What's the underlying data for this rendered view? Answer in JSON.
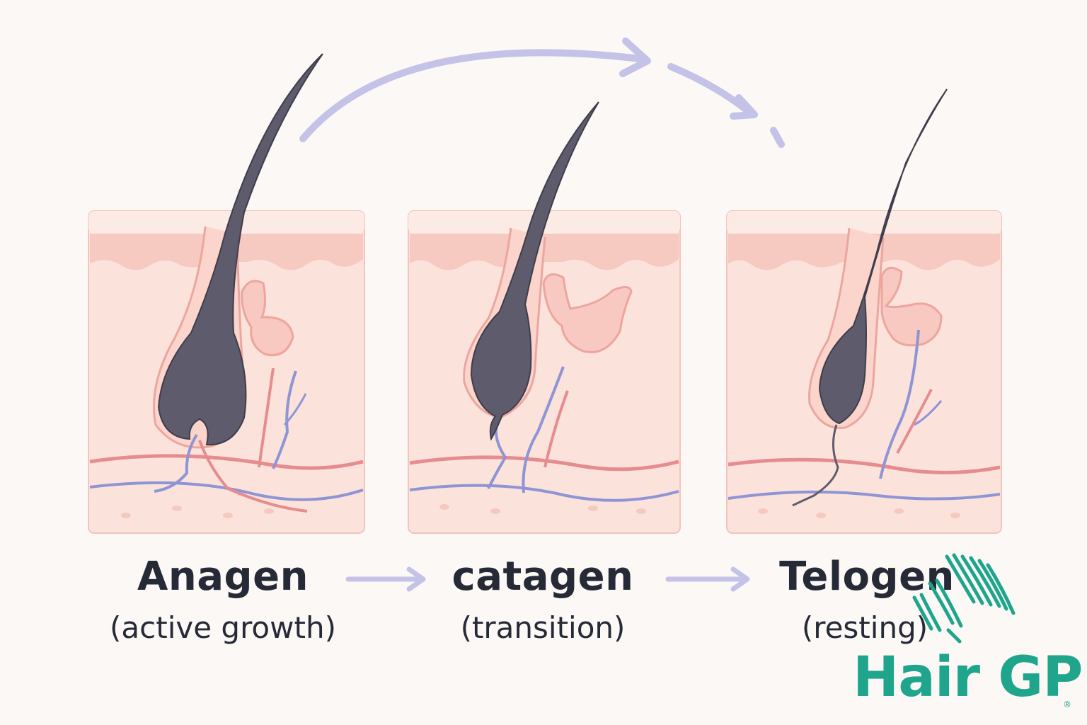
{
  "stages": [
    {
      "name": "Anagen",
      "description": "(active growth)"
    },
    {
      "name": "catagen",
      "description": "(transition)"
    },
    {
      "name": "Telogen",
      "description": "(resting)"
    }
  ],
  "logo": {
    "text": "Hair GP",
    "registered": "®"
  },
  "colors": {
    "background": "#fcf8f6",
    "skin_fill": "#fbe3dc",
    "skin_band": "#f6c9c1",
    "hair": "#5e5b6c",
    "artery": "#e68c8f",
    "vein": "#8f94d4",
    "arrow": "#c4c2e6",
    "text": "#262a36",
    "brand": "#1ea58c"
  }
}
